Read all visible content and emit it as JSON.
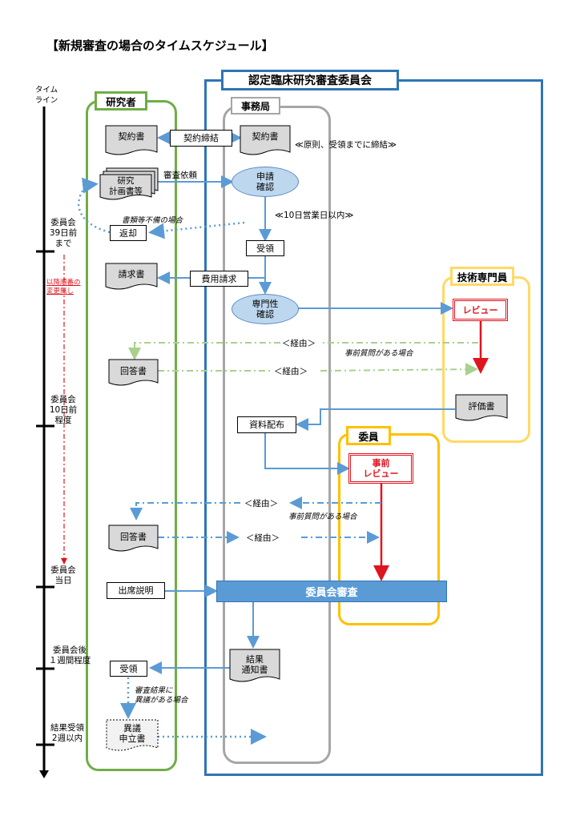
{
  "title": "【新規審査の場合のタイムスケジュール】",
  "timeline": {
    "header": "タイム\nライン",
    "marks": [
      "委員会\n39日前\nまで",
      "委員会\n10日前\n程度",
      "委員会\n当日",
      "委員会後\n１週間程度",
      "結果受領\n2週以内"
    ],
    "red_note": "以降順番の\n変更無し"
  },
  "lanes": {
    "committee": "認定臨床研究審査委員会",
    "researcher": "研究者",
    "office": "事務局",
    "expert": "技術専門員",
    "member": "委員"
  },
  "nodes": {
    "contract_r": "契約書",
    "contract_o": "契約書",
    "contract_sign": "契約締結",
    "contract_note": "≪原則、受領までに締結≫",
    "plan_docs": "研究\n計画書等",
    "review_request": "審査依頼",
    "app_check": "申請\n確認",
    "ten_days": "≪10日営業日以内≫",
    "incomplete_note": "書類等不備の場合",
    "return": "返却",
    "receipt": "受領",
    "invoice": "請求書",
    "fee_request": "費用請求",
    "expertise_check": "専門性\n確認",
    "review": "レビュー",
    "via1": "＜経由＞",
    "prior_q1": "事前質問がある場合",
    "answer1": "回答書",
    "via2": "＜経由＞",
    "evaluation": "評価書",
    "distribute": "資料配布",
    "pre_review": "事前\nレビュー",
    "via3": "＜経由＞",
    "prior_q2": "事前質問がある場合",
    "answer2": "回答書",
    "via4": "＜経由＞",
    "attend": "出席説明",
    "meeting": "委員会審査",
    "result_notice": "結果\n通知書",
    "receipt2": "受領",
    "objection_note": "審査結果に\n異議がある場合",
    "objection": "異議\n申立書"
  },
  "colors": {
    "committee_border": "#2e75b6",
    "researcher_border": "#70ad47",
    "office_border": "#a6a6a6",
    "expert_border": "#ffd966",
    "member_border": "#ffc000",
    "arrow_blue": "#5b9bd5",
    "arrow_green": "#a9d18e",
    "red": "#e0141e",
    "meeting_fill": "#5b9bd5"
  }
}
